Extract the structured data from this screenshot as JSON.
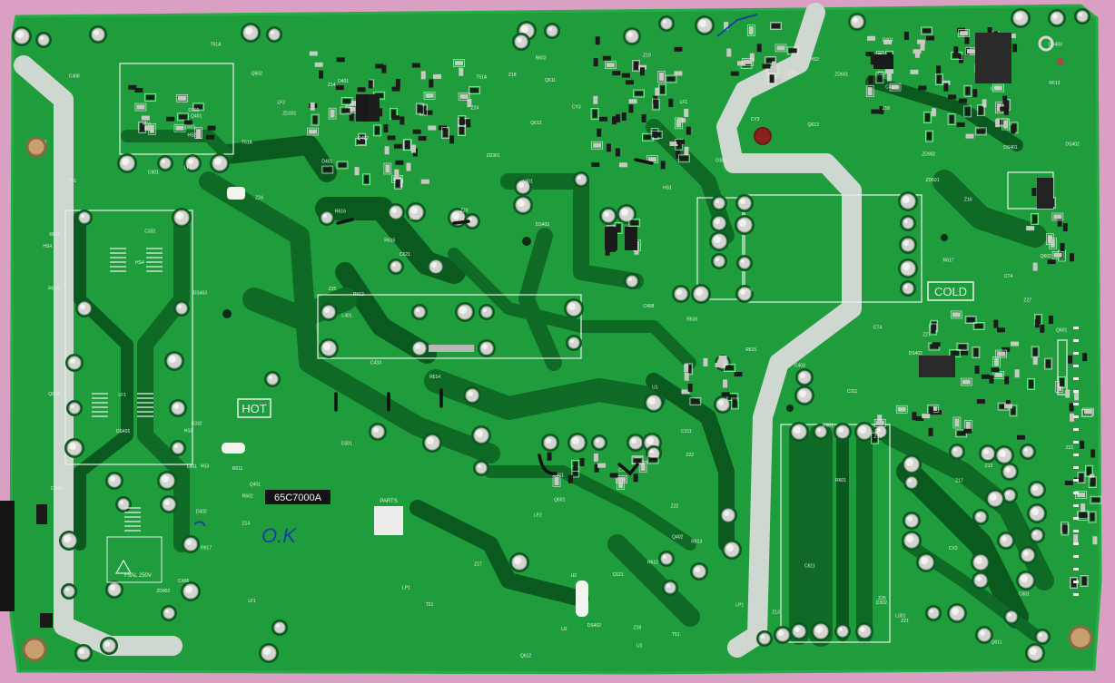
{
  "colors": {
    "background": "#d9a0c4",
    "board": "#1f9d3c",
    "board_light": "#25ad45",
    "trace": "#0f6a26",
    "trace_dark": "#0a5a1f",
    "clearance": "#cfd8d0",
    "solder": "#d4d4d0",
    "silk": "#e8f0ea",
    "ink": "#1a3fa0"
  },
  "board": {
    "labels": {
      "hot": "HOT",
      "cold": "COLD",
      "model": "65C7000A",
      "handwriting": "O.K",
      "parts": "PARTS",
      "fuse": "F5AL 250V"
    },
    "refs": [
      "CT4",
      "LF1",
      "LF2",
      "LP1",
      "T51A",
      "T51",
      "CX2",
      "D301",
      "D302",
      "D401",
      "DS401",
      "DS402",
      "DS403",
      "CY3",
      "C311",
      "C332",
      "C403",
      "C408",
      "C433",
      "C601",
      "C611",
      "C621",
      "ZD301",
      "ZD601",
      "ZD902",
      "R601",
      "R602",
      "R611",
      "R612",
      "R613",
      "R614",
      "R615",
      "R616",
      "R617",
      "U1",
      "U2",
      "Z13",
      "Z14",
      "Z16",
      "Z17",
      "Z18",
      "Z19",
      "Z21",
      "Z22",
      "Z23",
      "Z24",
      "Z25",
      "Z27",
      "HS1",
      "HS2",
      "HS3",
      "HS4",
      "Q401",
      "Q402",
      "Q601",
      "Q602",
      "Q611",
      "Q612",
      "Q613",
      "L301",
      "L401"
    ]
  }
}
